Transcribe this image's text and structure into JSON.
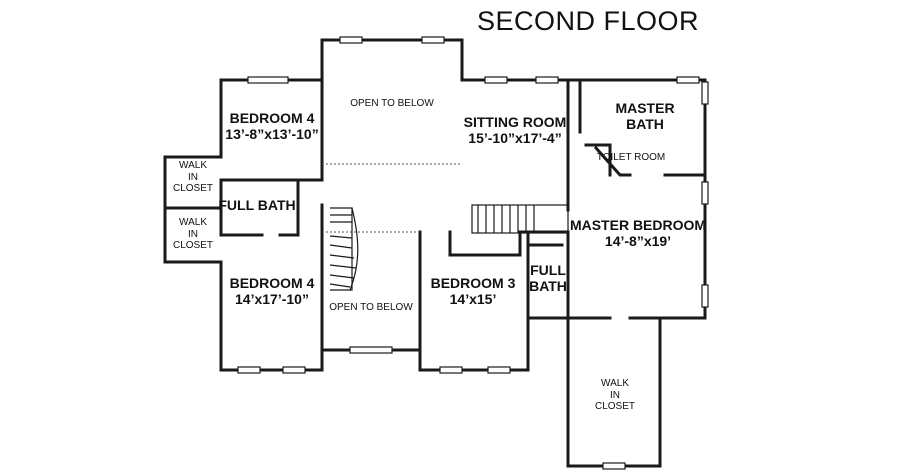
{
  "title": "SECOND FLOOR",
  "rooms": {
    "bedroom4_upper": {
      "name": "BEDROOM 4",
      "dims": "13’-8”x13’-10”"
    },
    "open_to_below_top": {
      "name": "OPEN TO BELOW"
    },
    "sitting_room": {
      "name": "SITTING ROOM",
      "dims": "15’-10”x17’-4”"
    },
    "master_bath": {
      "line1": "MASTER",
      "line2": "BATH"
    },
    "toilet_room": {
      "name": "TOILET ROOM"
    },
    "walk_in_closet_1": {
      "line1": "WALK",
      "line2": "IN",
      "line3": "CLOSET"
    },
    "walk_in_closet_2": {
      "line1": "WALK",
      "line2": "IN",
      "line3": "CLOSET"
    },
    "full_bath_left": {
      "name": "FULL BATH"
    },
    "master_bedroom": {
      "name": "MASTER BEDROOM",
      "dims": "14’-8”x19’"
    },
    "bedroom4_lower": {
      "name": "BEDROOM 4",
      "dims": "14’x17’-10”"
    },
    "open_to_below_bottom": {
      "name": "OPEN TO BELOW"
    },
    "bedroom3": {
      "name": "BEDROOM 3",
      "dims": "14’x15’"
    },
    "full_bath_right": {
      "line1": "FULL",
      "line2": "BATH"
    },
    "walk_in_closet_master": {
      "line1": "WALK",
      "line2": "IN",
      "line3": "CLOSET"
    }
  }
}
